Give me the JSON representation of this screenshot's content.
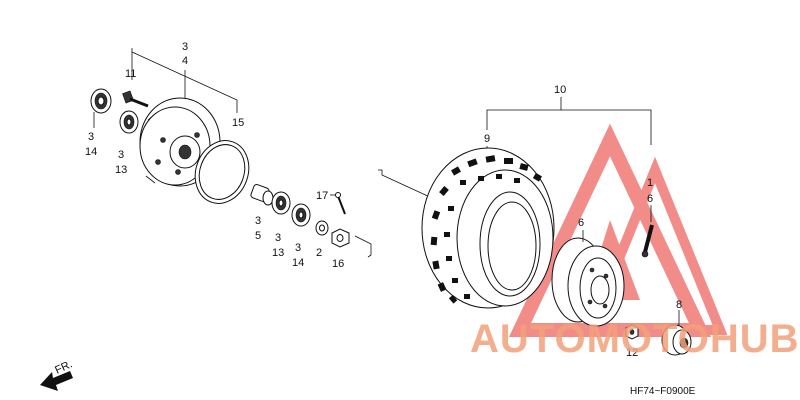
{
  "diagram": {
    "code": "HF74~F0900E",
    "front_marker": "FR.",
    "labels": [
      {
        "id": "hub-3",
        "text": "3"
      },
      {
        "id": "hub-4",
        "text": "4"
      },
      {
        "id": "valve-11",
        "text": "11"
      },
      {
        "id": "bearing-left-3",
        "text": "3"
      },
      {
        "id": "bearing-left-14",
        "text": "14"
      },
      {
        "id": "bearing-left2-3",
        "text": "3"
      },
      {
        "id": "bearing-left2-13",
        "text": "13"
      },
      {
        "id": "ring-15",
        "text": "15"
      },
      {
        "id": "pin-17",
        "text": "17"
      },
      {
        "id": "spacer-3",
        "text": "3"
      },
      {
        "id": "spacer-5",
        "text": "5"
      },
      {
        "id": "bearing-mid-3",
        "text": "3"
      },
      {
        "id": "bearing-mid-13",
        "text": "13"
      },
      {
        "id": "bearing-mid2-3",
        "text": "3"
      },
      {
        "id": "bearing-mid2-14",
        "text": "14"
      },
      {
        "id": "washer-2",
        "text": "2"
      },
      {
        "id": "nut-16",
        "text": "16"
      },
      {
        "id": "assembly-10",
        "text": "10"
      },
      {
        "id": "tire-9",
        "text": "9"
      },
      {
        "id": "stud-1",
        "text": "1"
      },
      {
        "id": "stud-6",
        "text": "6"
      },
      {
        "id": "rim-6",
        "text": "6"
      },
      {
        "id": "cap-8",
        "text": "8"
      },
      {
        "id": "nut-12",
        "text": "12"
      }
    ]
  },
  "watermark": {
    "text": "AUTOMOTOHUB",
    "color_main": "#f2a07a",
    "color_triangle": "#e8302a"
  }
}
